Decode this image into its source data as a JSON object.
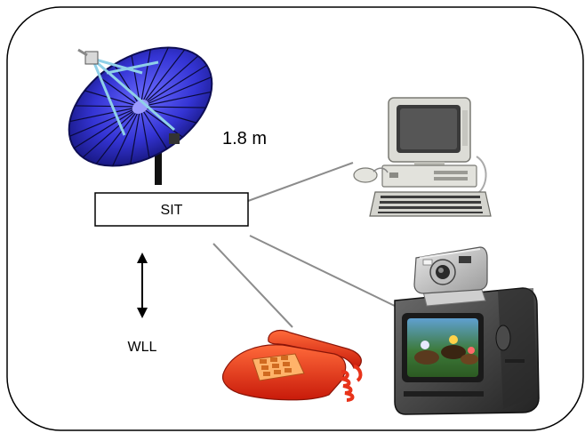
{
  "diagram": {
    "dish_size_label": "1.8 m",
    "terminal_label": "SIT",
    "link_label": "WLL"
  },
  "colors": {
    "frame": "#000000",
    "connector": "#8c8c8c",
    "dish": "#3a3ad8",
    "phone": "#e8331a",
    "computer": "#d9d9d4",
    "tv": "#3b3b3b"
  },
  "icons": [
    "satellite-dish-icon",
    "computer-icon",
    "telephone-icon",
    "tv-icon",
    "camera-icon",
    "double-arrow-icon"
  ]
}
